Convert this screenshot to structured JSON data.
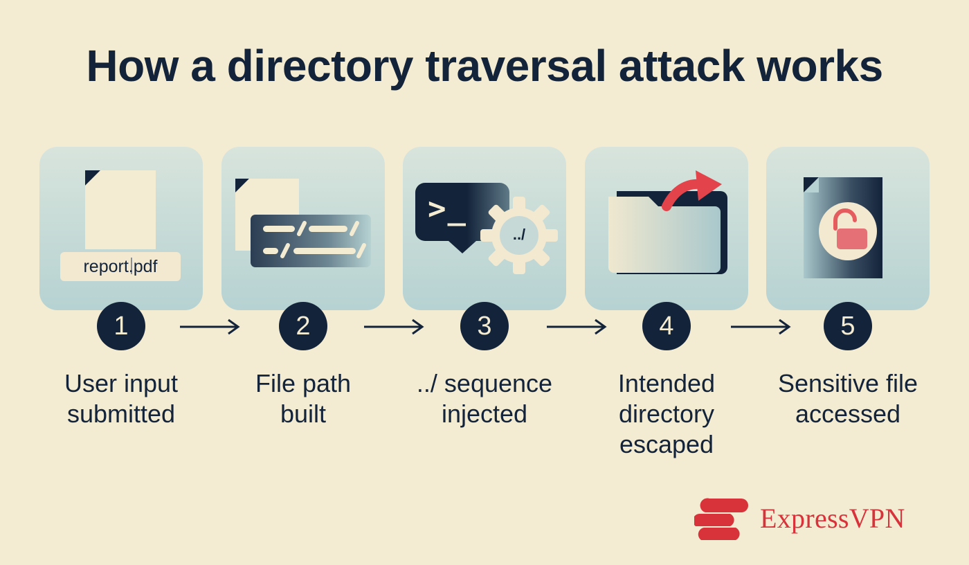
{
  "title": "How a directory traversal attack works",
  "steps": [
    {
      "number": "1",
      "label_line1": "User input",
      "label_line2": "submitted",
      "label_line3": "",
      "input_text": "report.pdf"
    },
    {
      "number": "2",
      "label_line1": "File path",
      "label_line2": "built",
      "label_line3": ""
    },
    {
      "number": "3",
      "label_line1": "../ sequence",
      "label_line2": "injected",
      "label_line3": "",
      "terminal_prompt": ">_",
      "gear_text": "../"
    },
    {
      "number": "4",
      "label_line1": "Intended",
      "label_line2": "directory",
      "label_line3": "escaped"
    },
    {
      "number": "5",
      "label_line1": "Sensitive file",
      "label_line2": "accessed",
      "label_line3": ""
    }
  ],
  "brand": {
    "name": "ExpressVPN",
    "color": "#d8333a"
  },
  "colors": {
    "background": "#f3ebd2",
    "navy": "#13233a",
    "card": "#b6d2d2",
    "accent_red": "#e3434a"
  },
  "icons": [
    "file-icon",
    "file-path-icon",
    "terminal-icon",
    "gear-icon",
    "folder-icon",
    "escape-arrow-icon",
    "locked-file-icon",
    "unlocked-padlock-icon",
    "expressvpn-logo-icon"
  ]
}
